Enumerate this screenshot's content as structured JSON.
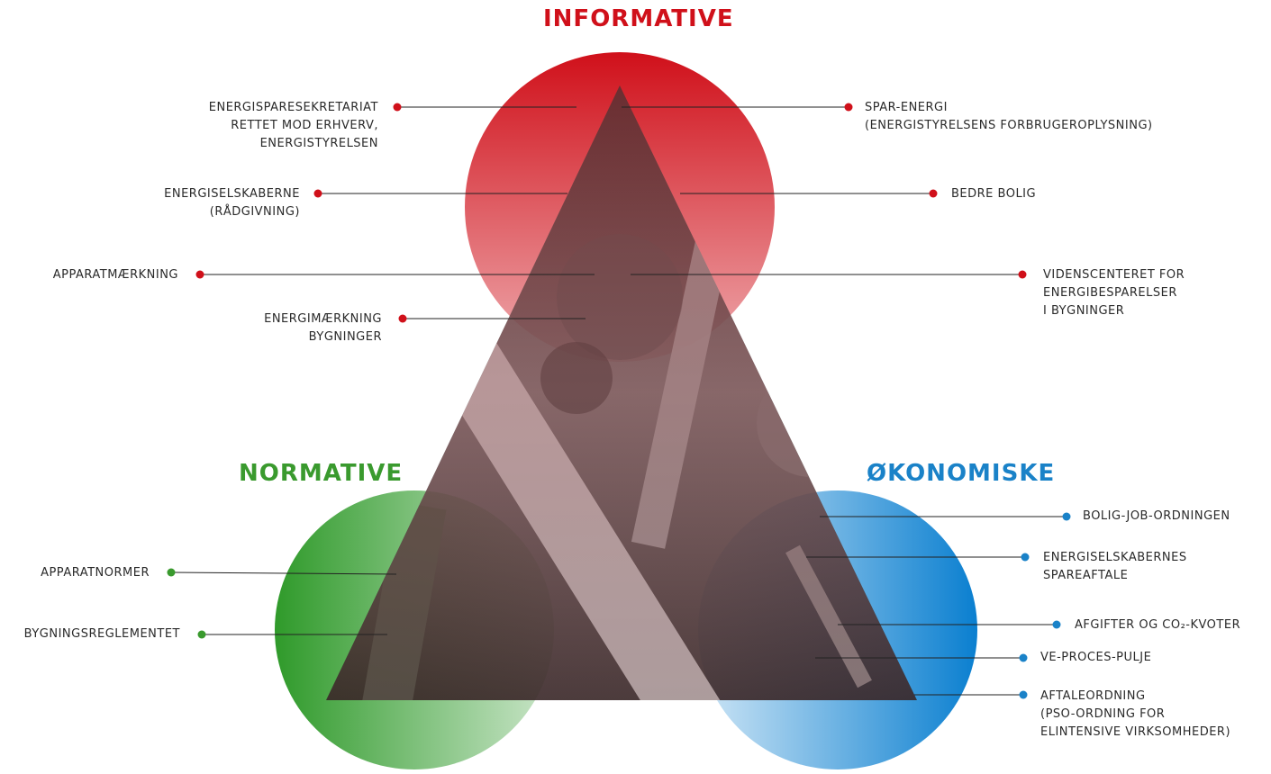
{
  "colors": {
    "informative": "#d0101a",
    "normative": "#3a9a2e",
    "okonomiske": "#1a82c8",
    "text": "#2a2a2a",
    "line": "#222222"
  },
  "categories": {
    "informative": "INFORMATIVE",
    "normative": "NORMATIVE",
    "okonomiske": "ØKONOMISKE"
  },
  "informative_left": [
    {
      "lines": [
        "ENERGISPARESEKRETARIAT",
        "RETTET MOD ERHVERV,",
        "ENERGISTYRELSEN"
      ]
    },
    {
      "lines": [
        "ENERGISELSKABERNE",
        "(RÅDGIVNING)"
      ]
    },
    {
      "lines": [
        "APPARATMÆRKNING"
      ]
    },
    {
      "lines": [
        "ENERGIMÆRKNING",
        "BYGNINGER"
      ]
    }
  ],
  "informative_right": [
    {
      "lines": [
        "SPAR-ENERGI",
        "(ENERGISTYRELSENS FORBRUGEROPLYSNING)"
      ]
    },
    {
      "lines": [
        "BEDRE BOLIG"
      ]
    },
    {
      "lines": [
        "VIDENSCENTERET FOR",
        "ENERGIBESPARELSER",
        "I BYGNINGER"
      ]
    }
  ],
  "normative_left": [
    {
      "lines": [
        "APPARATNORMER"
      ]
    },
    {
      "lines": [
        "BYGNINGSREGLEMENTET"
      ]
    }
  ],
  "okonomiske_right": [
    {
      "lines": [
        "BOLIG-JOB-ORDNINGEN"
      ]
    },
    {
      "lines": [
        "ENERGISELSKABERNES",
        "SPAREAFTALE"
      ]
    },
    {
      "lines": [
        "AFGIFTER OG CO₂-KVOTER"
      ]
    },
    {
      "lines": [
        "VE-PROCES-PULJE"
      ]
    },
    {
      "lines": [
        "AFTALEORDNING",
        "(PSO-ORDNING FOR",
        "ELINTENSIVE VIRKSOMHEDER)"
      ]
    }
  ]
}
